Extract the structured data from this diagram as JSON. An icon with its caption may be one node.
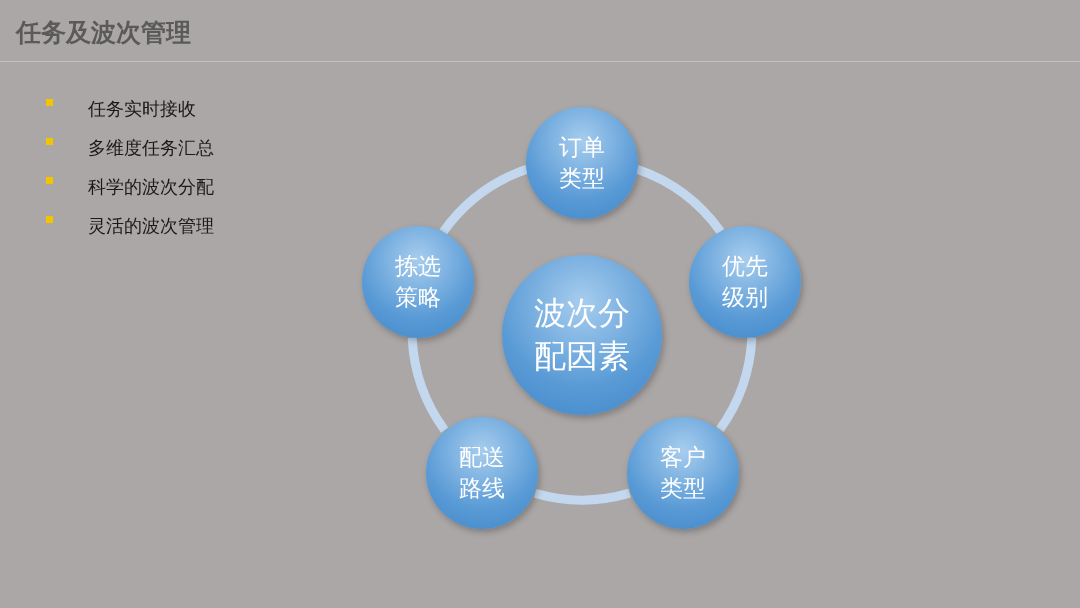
{
  "diagram": {
    "title": "任务及波次管理",
    "nodes": [
      {
        "text": [
          "波次分配因素"
        ]
      },
      {
        "text": [
          "订单类型"
        ]
      },
      {
        "text": [
          "优先级别"
        ]
      },
      {
        "text": [
          "客户类型"
        ]
      },
      {
        "text": [
          "配送路线"
        ]
      },
      {
        "text": [
          "拣选策略"
        ]
      }
    ],
    "edges": [
      {
        "from": 1,
        "to": 2,
        "arrow": "none"
      },
      {
        "from": 2,
        "to": 3,
        "arrow": "none"
      },
      {
        "from": 3,
        "to": 4,
        "arrow": "none"
      },
      {
        "from": 4,
        "to": 5,
        "arrow": "none"
      },
      {
        "from": 5,
        "to": 1,
        "arrow": "none"
      }
    ],
    "labels": [
      "任务实时接收",
      "多维度任务汇总",
      "科学的波次分配",
      "灵活的波次管理"
    ]
  }
}
